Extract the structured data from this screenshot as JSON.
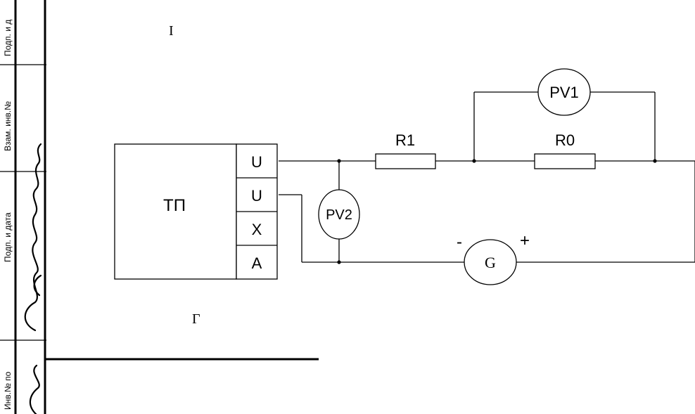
{
  "stamp": {
    "cells": [
      {
        "label": "Подп. и д"
      },
      {
        "label": "Взам. инв.№"
      },
      {
        "label": "Подп. и дата"
      },
      {
        "label": "Инв.№ по"
      }
    ]
  },
  "circuit": {
    "block_label": "ТП",
    "terminals": [
      "U",
      "U",
      "X",
      "A"
    ],
    "resistors": [
      {
        "label": "R1"
      },
      {
        "label": "R0"
      }
    ],
    "meters": [
      {
        "label": "PV1"
      },
      {
        "label": "PV2"
      }
    ],
    "generator": {
      "label": "G",
      "minus": "-",
      "plus": "+"
    }
  },
  "marks": {
    "top": "I",
    "bottom": "Г"
  }
}
